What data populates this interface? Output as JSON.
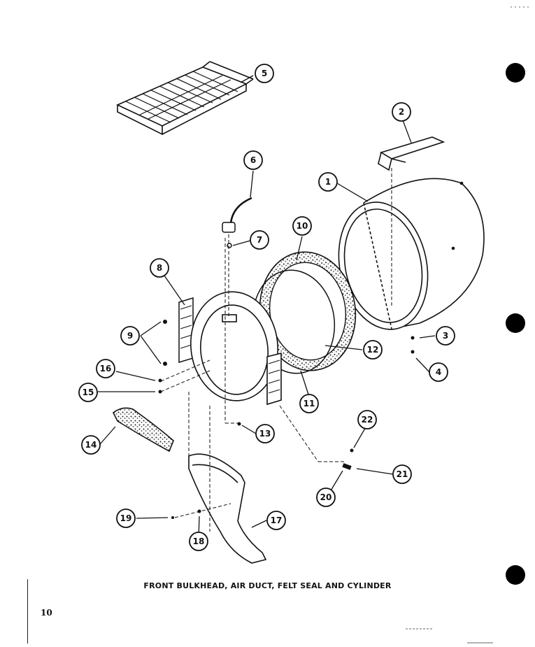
{
  "diagram": {
    "caption": "FRONT BULKHEAD, AIR DUCT, FELT SEAL AND CYLINDER",
    "page_number": "10",
    "callouts": [
      {
        "id": "1",
        "label": "1"
      },
      {
        "id": "2",
        "label": "2"
      },
      {
        "id": "3",
        "label": "3"
      },
      {
        "id": "4",
        "label": "4"
      },
      {
        "id": "5",
        "label": "5"
      },
      {
        "id": "6",
        "label": "6"
      },
      {
        "id": "7",
        "label": "7"
      },
      {
        "id": "8",
        "label": "8"
      },
      {
        "id": "9",
        "label": "9"
      },
      {
        "id": "10",
        "label": "10"
      },
      {
        "id": "11",
        "label": "11"
      },
      {
        "id": "12",
        "label": "12"
      },
      {
        "id": "13",
        "label": "13"
      },
      {
        "id": "14",
        "label": "14"
      },
      {
        "id": "15",
        "label": "15"
      },
      {
        "id": "16",
        "label": "16"
      },
      {
        "id": "17",
        "label": "17"
      },
      {
        "id": "18",
        "label": "18"
      },
      {
        "id": "19",
        "label": "19"
      },
      {
        "id": "20",
        "label": "20"
      },
      {
        "id": "21",
        "label": "21"
      },
      {
        "id": "22",
        "label": "22"
      }
    ]
  }
}
